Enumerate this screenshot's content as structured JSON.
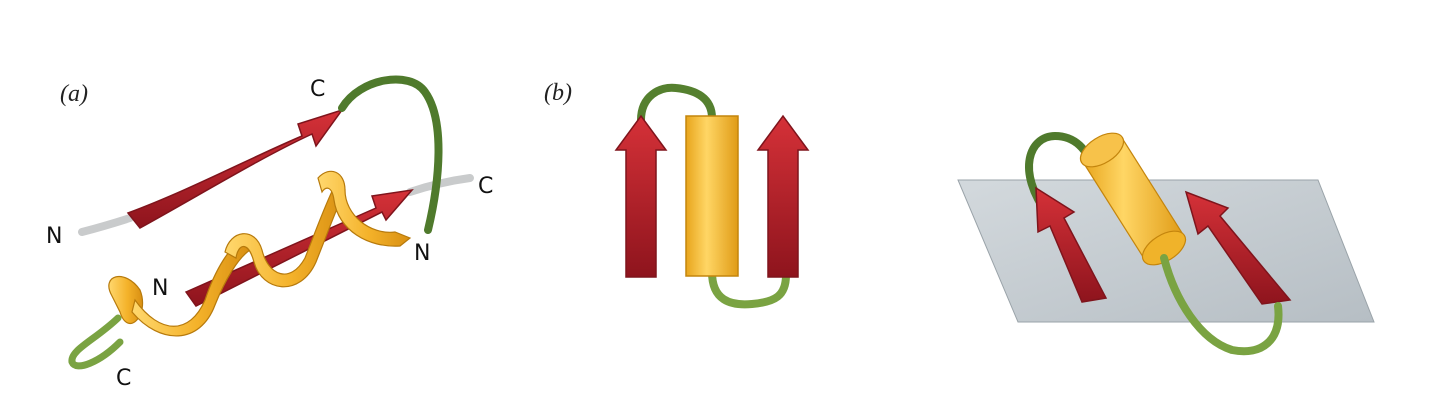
{
  "panels": {
    "a": {
      "label": "(a)"
    },
    "b": {
      "label": "(b)"
    }
  },
  "terminus_labels": {
    "a_top_c": "C",
    "a_left_n": "N",
    "a_right_c": "C",
    "a_right_n": "N",
    "a_mid_n": "N",
    "a_bottom_c": "C"
  },
  "colors": {
    "strand": "#b5202b",
    "strand_dark": "#7f141c",
    "helix": "#f2b124",
    "helix_dark": "#d08a10",
    "helix_light": "#ffd46a",
    "loop": "#5f8a35",
    "tail": "#c9cbcc",
    "sheet_plane": "#c5ccd1"
  }
}
